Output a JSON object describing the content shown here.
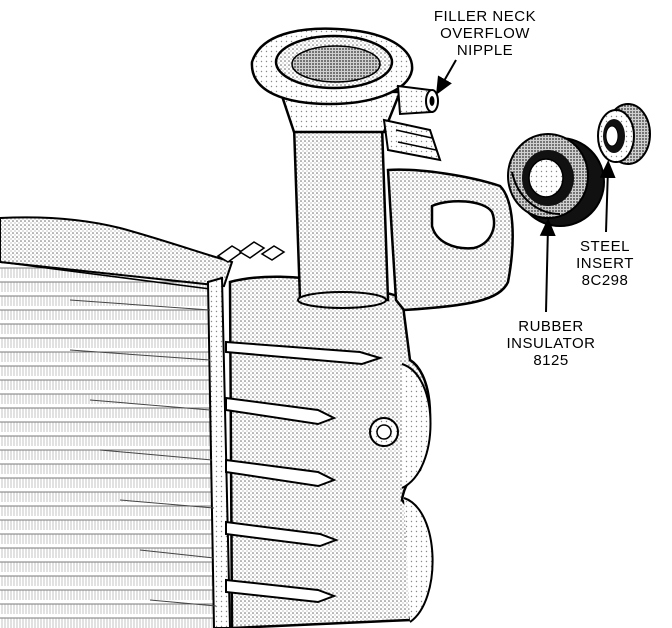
{
  "labels": {
    "filler_neck": [
      "FILLER NECK",
      "OVERFLOW",
      "NIPPLE"
    ],
    "steel_insert": [
      "STEEL",
      "INSERT",
      "8C298"
    ],
    "rubber_insulator": [
      "RUBBER",
      "INSULATOR",
      "8125"
    ]
  },
  "colors": {
    "ink": "#000000",
    "background": "#ffffff",
    "stipple": "#8a8a8a"
  }
}
